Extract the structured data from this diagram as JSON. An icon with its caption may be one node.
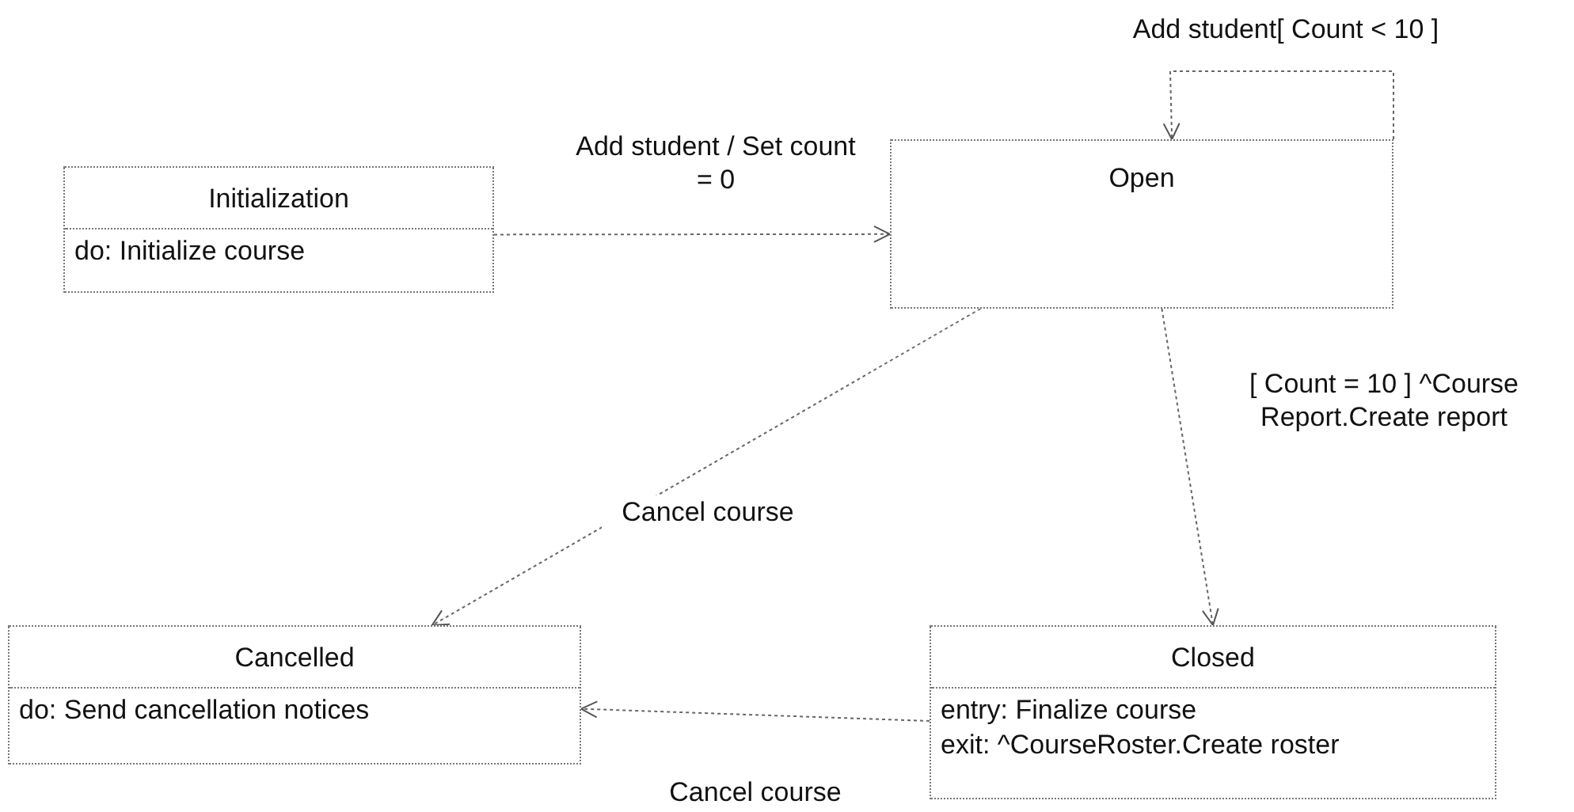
{
  "diagram": {
    "nodes": [
      {
        "text": [
          "Initialization",
          "do: Initialize course"
        ]
      },
      {
        "text": [
          "Open"
        ]
      },
      {
        "text": [
          "Cancelled",
          "do: Send cancellation notices"
        ]
      },
      {
        "text": [
          "Closed",
          "entry: Finalize course",
          "exit: ^CourseRoster.Create roster"
        ]
      }
    ],
    "edges": [
      {
        "from": 0,
        "to": 1,
        "arrow": "to",
        "label": "Add student / Set count = 0"
      },
      {
        "from": 1,
        "to": 1,
        "arrow": "to",
        "label": "Add student[ Count < 10 ]"
      },
      {
        "from": 1,
        "to": 2,
        "arrow": "to",
        "label": "Cancel course"
      },
      {
        "from": 1,
        "to": 3,
        "arrow": "to",
        "label": "[ Count = 10 ] ^Course Report.Create report"
      },
      {
        "from": 3,
        "to": 2,
        "arrow": "to",
        "label": "Cancel course"
      }
    ]
  }
}
